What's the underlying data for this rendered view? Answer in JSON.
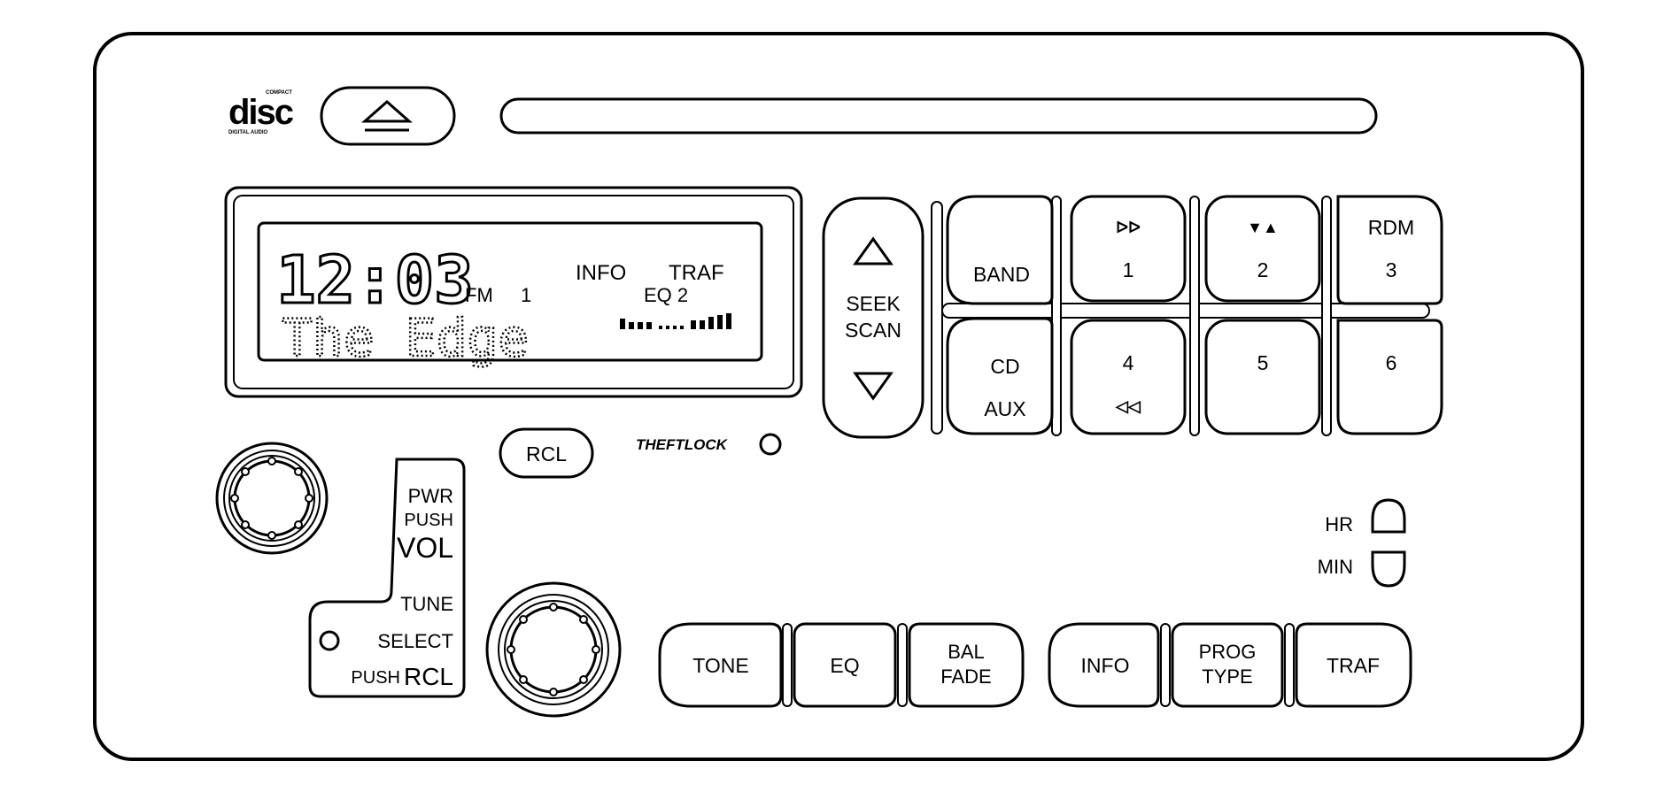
{
  "logo": {
    "disc": "disc",
    "compact": "COMPACT",
    "digital_audio": "DIGITAL AUDIO",
    "icon": "compact-disc-digital-audio-logo"
  },
  "eject": {
    "icon": "eject-icon"
  },
  "display": {
    "time": "12:03",
    "band": "FM",
    "preset": "1",
    "info": "INFO",
    "traf": "TRAF",
    "eq": "EQ 2",
    "station_text": "The Edge"
  },
  "seek_scan": {
    "seek": "SEEK",
    "scan": "SCAN",
    "up_icon": "triangle-up-icon",
    "down_icon": "triangle-down-icon"
  },
  "buttons": {
    "band": "BAND",
    "preset1": "1",
    "preset1_symbol": "ᐅᐅ",
    "preset2": "2",
    "preset2_symbol": "▼▲",
    "rdm": "RDM",
    "preset3": "3",
    "cd": "CD",
    "aux": "AUX",
    "preset4": "4",
    "preset4_symbol": "◁◁",
    "preset5": "5",
    "preset6": "6",
    "rcl": "RCL",
    "theftlock": "THEFTLOCK"
  },
  "knobs": {
    "pwr": "PWR",
    "push1": "PUSH",
    "vol": "VOL",
    "tune": "TUNE",
    "select": "SELECT",
    "push2": "PUSH",
    "rcl": "RCL"
  },
  "clock": {
    "hr": "HR",
    "min": "MIN"
  },
  "bottom_buttons": {
    "tone": "TONE",
    "eq": "EQ",
    "bal": "BAL",
    "fade": "FADE",
    "info": "INFO",
    "prog": "PROG",
    "type": "TYPE",
    "traf": "TRAF"
  }
}
